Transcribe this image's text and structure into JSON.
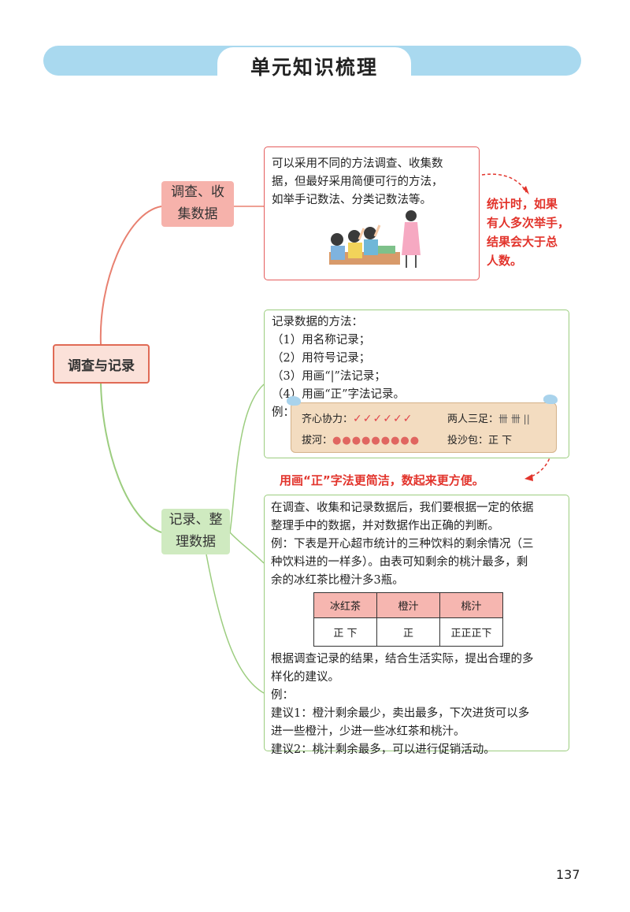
{
  "header": {
    "title": "单元知识梳理"
  },
  "root": {
    "label": "调查与记录"
  },
  "topic1": {
    "line1": "调查、收",
    "line2": "集数据"
  },
  "topic2": {
    "line1": "记录、整",
    "line2": "理数据"
  },
  "box1": {
    "lines": [
      "可以采用不同的方法调查、收集数",
      "据，但最好采用简便可行的方法，",
      "如举手记数法、分类记数法等。"
    ]
  },
  "note1": {
    "lines": [
      "统计时，如果",
      "有人多次举手，",
      "结果会大于总",
      "人数。"
    ]
  },
  "box2": {
    "lines": [
      "记录数据的方法：",
      "（1）用名称记录；",
      "（2）用符号记录；",
      "（3）用画“|”法记录；",
      "（4）用画“正”字法记录。",
      "例："
    ]
  },
  "tally": {
    "item1_label": "齐心协力：",
    "item1_marks": "✓✓✓✓✓✓",
    "item2_label": "两人三足：",
    "item2_marks": "卌 卌 ||",
    "item3_label": "拔河：",
    "item3_marks": "●●●●●●●●●",
    "item4_label": "投沙包：",
    "item4_marks": "正 下"
  },
  "note2": {
    "text": "用画“正”字法更简洁，数起来更方便。"
  },
  "box3": {
    "lines": [
      "在调查、收集和记录数据后，我们要根据一定的依据",
      "整理手中的数据，并对数据作出正确的判断。",
      "例：下表是开心超市统计的三种饮料的剩余情况（三",
      "种饮料进的一样多）。由表可知剩余的桃汁最多，剩",
      "余的冰红茶比橙汁多3瓶。"
    ],
    "lines2": [
      "根据调查记录的结果，结合生活实际，提出合理的多",
      "样化的建议。",
      "例：",
      "建议1：橙汁剩余最少，卖出最多，下次进货可以多",
      "进一些橙汁，少进一些冰红茶和桃汁。",
      "建议2：桃汁剩余最多，可以进行促销活动。"
    ]
  },
  "table": {
    "headers": [
      "冰红茶",
      "橙汁",
      "桃汁"
    ],
    "cells": [
      "正 下",
      "正",
      "正正正下"
    ]
  },
  "page_number": "137",
  "colors": {
    "header_bar": "#a9d9ef",
    "root_border": "#e06a55",
    "red_branch": "#e06a55",
    "green_branch": "#9ccd7f",
    "note_red": "#e2342c"
  }
}
